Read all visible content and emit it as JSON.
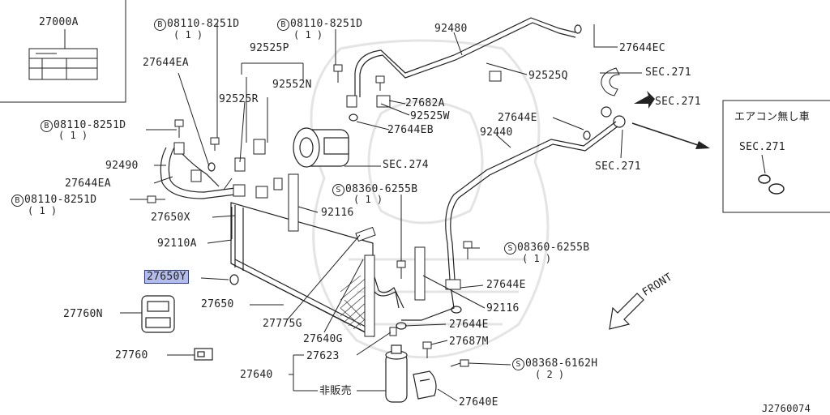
{
  "diagram_id": "J2760074",
  "inset_left": {
    "part": "27000A"
  },
  "inset_right": {
    "title": "エアコン無し車",
    "ref": "SEC.271"
  },
  "labels": {
    "bolt_08110_a": "08110-8251D",
    "bolt_08110_a_qty": "( 1 )",
    "bolt_08110_b": "08110-8251D",
    "bolt_08110_b_qty": "( 1 )",
    "bolt_08110_c": "08110-8251D",
    "bolt_08110_c_qty": "( 1 )",
    "bolt_08110_d": "08110-8251D",
    "bolt_08110_d_qty": "( 1 )",
    "p92480": "92480",
    "p27644EC": "27644EC",
    "p92525P": "92525P",
    "p27644EA_top": "27644EA",
    "p92552N": "92552N",
    "p92525R": "92525R",
    "p92525Q": "92525Q",
    "sec271_a": "SEC.271",
    "sec271_b": "SEC.271",
    "sec271_c": "SEC.271",
    "p27682A": "27682A",
    "p92525W": "92525W",
    "p27644EB": "27644EB",
    "p27644E_top": "27644E",
    "p92440": "92440",
    "p92490": "92490",
    "p27644EA": "27644EA",
    "sec274": "SEC.274",
    "screw_08360_a": "08360-6255B",
    "screw_08360_a_qty": "( 1 )",
    "screw_08360_b": "08360-6255B",
    "screw_08360_b_qty": "( 1 )",
    "p27650X": "27650X",
    "p92116_top": "92116",
    "p92110A": "92110A",
    "p27650Y": "27650Y",
    "p27644E_mid": "27644E",
    "p27760N": "27760N",
    "p27650": "27650",
    "p92116": "92116",
    "p27644E_low": "27644E",
    "front": "FRONT",
    "p27775G": "27775G",
    "p27640G": "27640G",
    "p27687M": "27687M",
    "p27760": "27760",
    "p27623": "27623",
    "screw_08368": "08368-6162H",
    "screw_08368_qty": "( 2 )",
    "p27640": "27640",
    "hihanbai": "非販売",
    "p27640E": "27640E",
    "mark_b": "B",
    "mark_s": "S"
  }
}
